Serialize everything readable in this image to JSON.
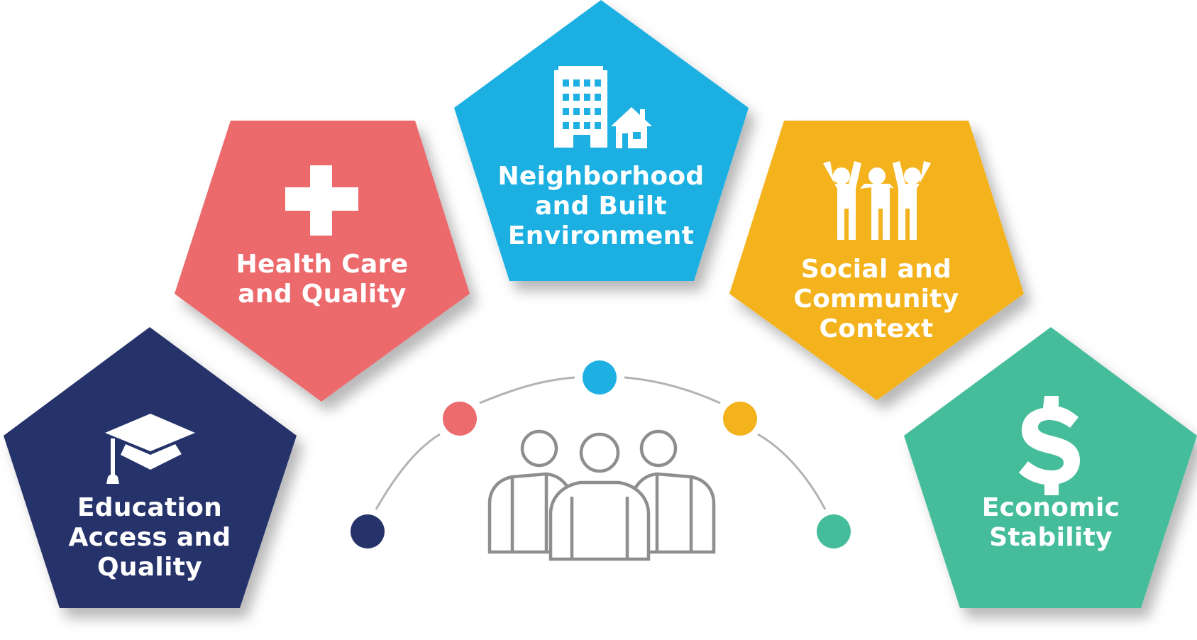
{
  "diagram": {
    "categories": [
      {
        "id": "education",
        "lines": [
          "Education",
          "Access and",
          "Quality"
        ],
        "color": "#26336a",
        "icon": "graduation-cap-icon"
      },
      {
        "id": "health",
        "lines": [
          "Health Care",
          "and Quality"
        ],
        "color": "#ec6b6c",
        "icon": "medical-cross-icon"
      },
      {
        "id": "neighborhood",
        "lines": [
          "Neighborhood",
          "and Built",
          "Environment"
        ],
        "color": "#1eb0e2",
        "icon": "buildings-icon"
      },
      {
        "id": "social",
        "lines": [
          "Social and",
          "Community",
          "Context"
        ],
        "color": "#f4b21c",
        "icon": "people-cheering-icon"
      },
      {
        "id": "economic",
        "lines": [
          "Economic",
          "Stability"
        ],
        "color": "#45bd9a",
        "icon": "dollar-sign-icon"
      }
    ],
    "center_icon": "people-group-icon",
    "arc_color": "#b3b3b3",
    "figure_color": "#8e8e8e"
  }
}
